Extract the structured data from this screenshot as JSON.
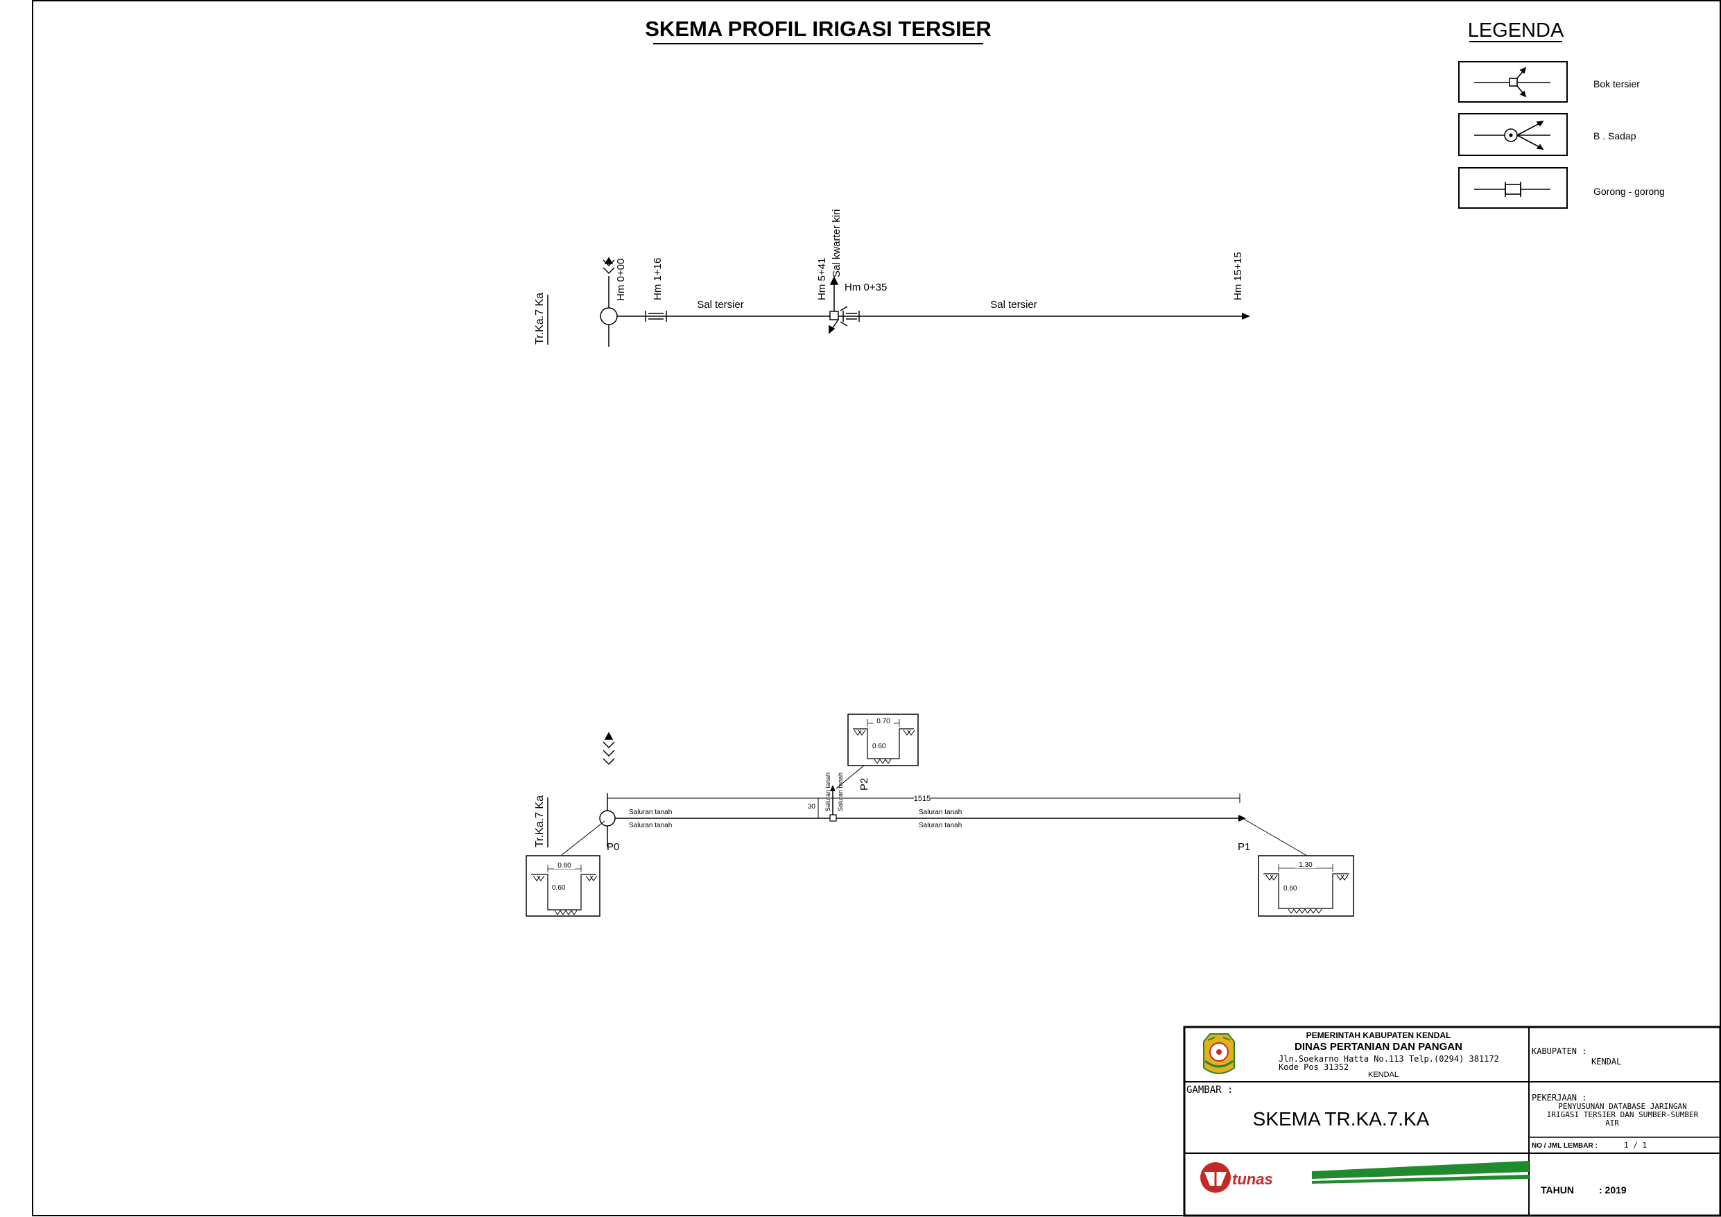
{
  "title": "SKEMA PROFIL IRIGASI TERSIER",
  "legend": {
    "heading": "LEGENDA",
    "items": [
      {
        "label": "Bok tersier",
        "icon": "bok-tersier-symbol"
      },
      {
        "label": "B . Sadap",
        "icon": "b-sadap-symbol"
      },
      {
        "label": "Gorong - gorong",
        "icon": "gorong-gorong-symbol"
      }
    ]
  },
  "scheme": {
    "source_label": "Tr.Ka.7 Ka",
    "stations": [
      "Hm 0+00",
      "Hm 1+16",
      "Hm 5+41",
      "Hm 15+15"
    ],
    "branch_label": "Sal kwarter kiri",
    "branch_station": "Hm 0+35",
    "segment_labels": [
      "Sal tersier",
      "Sal tersier"
    ]
  },
  "profile": {
    "source_label": "Tr.Ka.7 Ka",
    "points": [
      "P0",
      "P1",
      "P2"
    ],
    "total_length": "1515",
    "branch_offset": "30",
    "upper_labels": [
      "Saluran tanah",
      "Saluran tanah"
    ],
    "lower_labels": [
      "Saluran tanah",
      "Saluran tanah"
    ],
    "branch_labels": [
      "Saluran tanah",
      "Saluran tanah"
    ],
    "sections": [
      {
        "name": "P0",
        "top_width": "0.80",
        "depth": "0.60"
      },
      {
        "name": "P2",
        "top_width": "0.70",
        "depth": "0.60"
      },
      {
        "name": "P1",
        "top_width": "1.30",
        "depth": "0.60"
      }
    ]
  },
  "title_block": {
    "agency_line1": "PEMERINTAH KABUPATEN KENDAL",
    "agency_line2": "DINAS PERTANIAN DAN PANGAN",
    "address_line1": "Jln.Soekarno Hatta No.113 Telp.(0294) 381172",
    "address_line2": "Kode Pos 31352",
    "city": "KENDAL",
    "gambar_label": "GAMBAR :",
    "gambar_value": "SKEMA TR.KA.7.KA",
    "kabupaten_label": "KABUPATEN :",
    "kabupaten_value": "KENDAL",
    "pekerjaan_label": "PEKERJAAN :",
    "pekerjaan_line1": "PENYUSUNAN DATABASE JARINGAN",
    "pekerjaan_line2": "IRIGASI TERSIER DAN SUMBER-SUMBER",
    "pekerjaan_line3": "AIR",
    "lembar_label": "NO / JML LEMBAR :",
    "lembar_value": "1 / 1",
    "tahun_label": "TAHUN",
    "tahun_value": ": 2019",
    "consultant_logo_text": "tunas"
  },
  "colors": {
    "ink": "#000000",
    "consultant_green": "#1f8a2e",
    "consultant_red": "#c62828",
    "seal_gold": "#e0b31c",
    "seal_green": "#2e7d32"
  }
}
